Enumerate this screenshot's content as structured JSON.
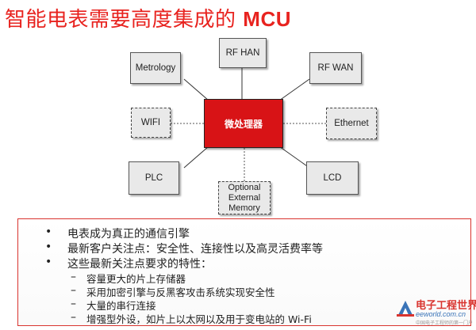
{
  "title": {
    "cn": "智能电表需要高度集成的",
    "latin": "MCU"
  },
  "diagram": {
    "center": "微处理器",
    "nodes": {
      "rf_han": "RF HAN",
      "metrology": "Metrology",
      "rf_wan": "RF WAN",
      "wifi": "WIFI",
      "ethernet": "Ethernet",
      "plc": "PLC",
      "lcd": "LCD",
      "optional_memory": [
        "Optional",
        "External",
        "Memory"
      ]
    }
  },
  "bullets": [
    "电表成为真正的通信引擎",
    "最新客户关注点：安全性、连接性以及高灵活费率等",
    "这些最新关注点要求的特性："
  ],
  "sub_bullets": [
    "容量更大的片上存储器",
    "采用加密引擎与反黑客攻击系统实现安全性",
    "大量的串行连接",
    "增强型外设，如片上以太网以及用于变电站的 Wi-Fi"
  ],
  "bullet_mark": "•",
  "sub_bullet_mark": "–",
  "colors": {
    "accent": "#e8231f",
    "cpu_fill": "#d81316",
    "node_fill": "#e9e9e9",
    "panel_border": "#d9342f"
  },
  "watermark": {
    "cn": "电子工程世界",
    "url": "eeworld.com.cn",
    "sub": "中国电子工程师的第一门户"
  }
}
